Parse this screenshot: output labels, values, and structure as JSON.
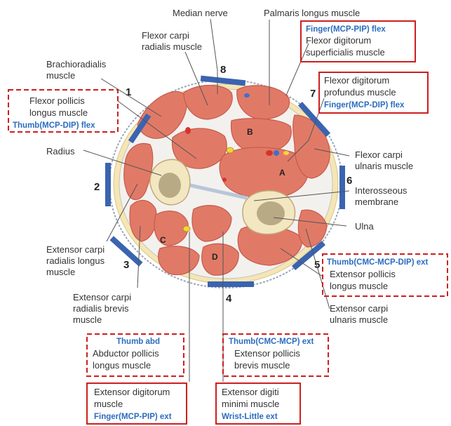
{
  "colors": {
    "muscle": "#e07a67",
    "muscle_dark": "#c85a4a",
    "fascia": "#f3f1ee",
    "fat": "#f4e6b5",
    "bone": "#f3e7c2",
    "marrow": "#b9aa86",
    "electrode": "#3a64b0",
    "solid_box": "#cc1f1f",
    "dashed_box": "#cc1f1f",
    "function_text": "#2a6cc0"
  },
  "labels": {
    "median_nerve": "Median nerve",
    "palmaris_longus": "Palmaris longus muscle",
    "fcr_line1": "Flexor carpi",
    "fcr_line2": "radialis muscle",
    "brachioradialis_line1": "Brachioradialis",
    "brachioradialis_line2": "muscle",
    "radius": "Radius",
    "fcu_line1": "Flexor carpi",
    "fcu_line2": "ulnaris muscle",
    "interosseous_line1": "Interosseous",
    "interosseous_line2": "membrane",
    "ulna": "Ulna",
    "ecrl_line1": "Extensor carpi",
    "ecrl_line2": "radialis longus",
    "ecrl_line3": "muscle",
    "ecrb_line1": "Extensor carpi",
    "ecrb_line2": "radialis brevis",
    "ecrb_line3": "muscle",
    "ecu_line1": "Extensor carpi",
    "ecu_line2": "ulnaris muscle"
  },
  "boxes": {
    "fds": {
      "function": "Finger(MCP-PIP) flex",
      "line1": "Flexor digitorum",
      "line2": "superficialis muscle"
    },
    "fdp": {
      "line1": "Flexor digitorum",
      "line2": "profundus muscle",
      "function": "Finger(MCP-DIP) flex"
    },
    "fpl": {
      "line1": "Flexor pollicis",
      "line2": "longus muscle",
      "function": "Thumb(MCP-DIP) flex"
    },
    "epl": {
      "function": "Thumb(CMC-MCP-DIP) ext",
      "line1": "Extensor pollicis",
      "line2": "longus muscle"
    },
    "apl": {
      "function": "Thumb abd",
      "line1": "Abductor pollicis",
      "line2": "longus muscle"
    },
    "epb": {
      "function": "Thumb(CMC-MCP) ext",
      "line1": "Extensor pollicis",
      "line2": "brevis muscle"
    },
    "ed": {
      "line1": "Extensor digitorum",
      "line2": "muscle",
      "function": "Finger(MCP-PIP) ext"
    },
    "edm": {
      "line1": "Extensor digiti",
      "line2": "minimi muscle",
      "function": "Wrist-Little ext"
    }
  },
  "electrodes": [
    "1",
    "2",
    "3",
    "4",
    "5",
    "6",
    "7",
    "8"
  ],
  "zones": [
    "A",
    "B",
    "C",
    "D"
  ]
}
